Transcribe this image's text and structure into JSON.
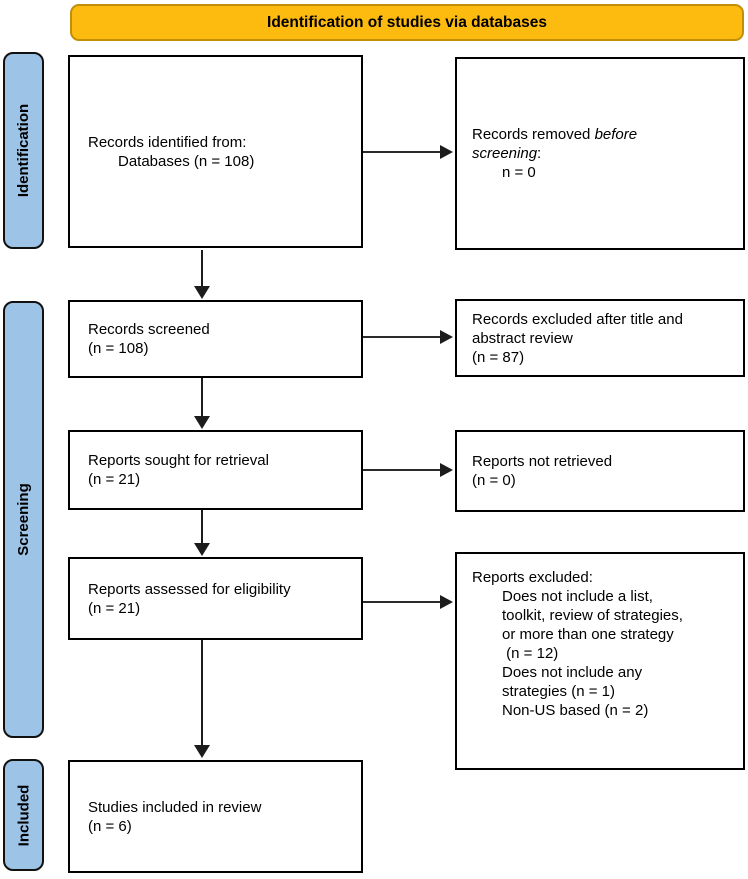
{
  "header": {
    "title": "Identification of studies via databases"
  },
  "colors": {
    "header_fill": "#FDBB10",
    "header_border": "#C18E06",
    "stage_fill": "#9DC3E6"
  },
  "stages": [
    {
      "label": "Identification"
    },
    {
      "label": "Screening"
    },
    {
      "label": "Included"
    }
  ],
  "boxes": {
    "records_identified": {
      "lines": [
        {
          "text": "Records identified from:"
        },
        {
          "text": "Databases (n = 108)",
          "indent": true
        }
      ]
    },
    "records_removed": {
      "lines": [
        {
          "parts": [
            {
              "text": "Records removed "
            },
            {
              "text": "before",
              "italic": true
            }
          ]
        },
        {
          "parts": [
            {
              "text": "screening",
              "italic": true
            },
            {
              "text": ":"
            }
          ]
        },
        {
          "text": "n = 0",
          "indent": true
        }
      ]
    },
    "records_screened": {
      "lines": [
        {
          "text": "Records screened"
        },
        {
          "text": "(n = 108)"
        }
      ]
    },
    "records_excluded": {
      "lines": [
        {
          "text": "Records excluded after title and"
        },
        {
          "text": "abstract review"
        },
        {
          "text": "(n = 87)"
        }
      ]
    },
    "reports_sought": {
      "lines": [
        {
          "text": "Reports sought for retrieval"
        },
        {
          "text": "(n = 21)"
        }
      ]
    },
    "reports_not_retrieved": {
      "lines": [
        {
          "text": "Reports not retrieved"
        },
        {
          "text": "(n = 0)"
        }
      ]
    },
    "reports_assessed": {
      "lines": [
        {
          "text": "Reports assessed for eligibility"
        },
        {
          "text": "(n = 21)"
        }
      ]
    },
    "reports_excluded": {
      "lines": [
        {
          "text": "Reports excluded:"
        },
        {
          "text": "Does not include a list,",
          "indent": true
        },
        {
          "text": "toolkit, review of strategies,",
          "indent": true
        },
        {
          "text": "or more than one strategy",
          "indent": true
        },
        {
          "text": " (n = 12)",
          "indent": true
        },
        {
          "text": "Does not include any",
          "indent": true
        },
        {
          "text": "strategies (n = 1)",
          "indent": true
        },
        {
          "text": "Non-US based (n = 2)",
          "indent": true
        }
      ]
    },
    "studies_included": {
      "lines": [
        {
          "text": "Studies included in review"
        },
        {
          "text": "(n = 6)"
        }
      ]
    }
  }
}
